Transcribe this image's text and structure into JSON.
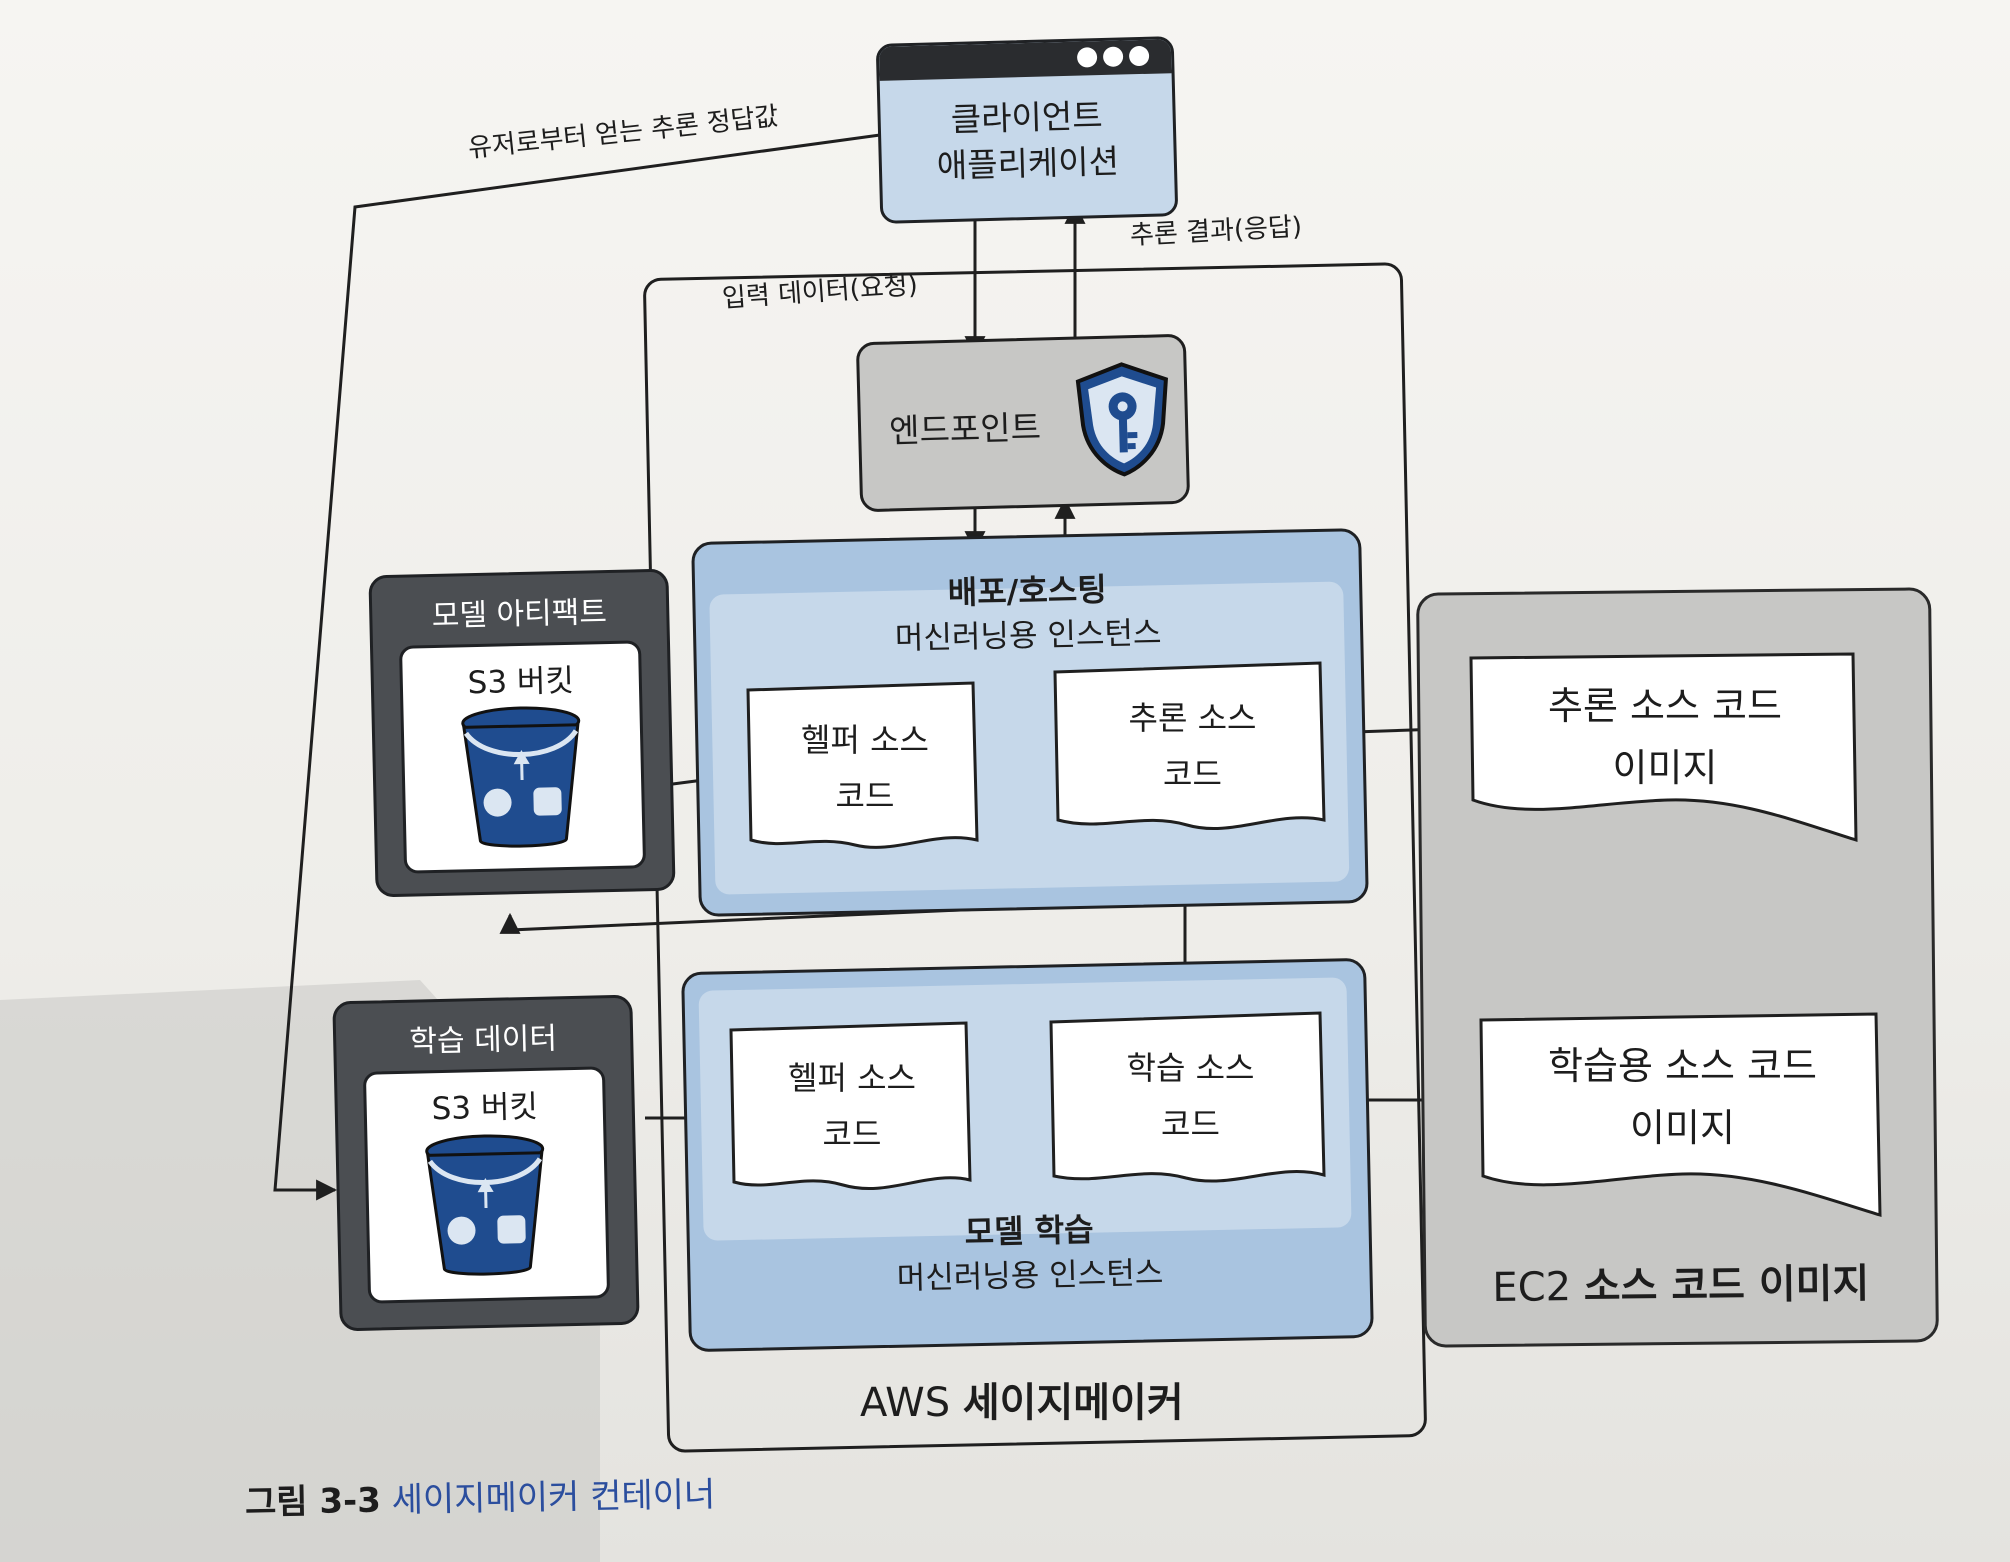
{
  "client": {
    "line1": "클라이언트",
    "line2": "애플리케이션"
  },
  "edge_labels": {
    "ground_truth": "유저로부터 얻는 추론 정답값",
    "input_request": "입력 데이터(요청)",
    "inference_response": "추론 결과(응답)"
  },
  "endpoint": {
    "label": "엔드포인트"
  },
  "deploy": {
    "title": "배포/호스팅",
    "subtitle": "머신러닝용 인스턴스"
  },
  "deploy_docs": {
    "helper": {
      "line1": "헬퍼 소스",
      "line2": "코드"
    },
    "inference": {
      "line1": "추론 소스",
      "line2": "코드"
    }
  },
  "train": {
    "title": "모델 학습",
    "subtitle": "머신러닝용 인스턴스"
  },
  "train_docs": {
    "helper": {
      "line1": "헬퍼 소스",
      "line2": "코드"
    },
    "training": {
      "line1": "학습 소스",
      "line2": "코드"
    }
  },
  "artifact_bucket": {
    "title": "모델 아티팩트",
    "bucket": "S3 버킷"
  },
  "training_bucket": {
    "title": "학습 데이터",
    "bucket": "S3 버킷"
  },
  "sagemaker": {
    "label_prefix": "AWS",
    "label_bold": "세이지메이커"
  },
  "ec2": {
    "inference_image": {
      "line1": "추론 소스 코드",
      "line2": "이미지"
    },
    "training_image": {
      "line1": "학습용 소스 코드",
      "line2": "이미지"
    },
    "label_prefix": "EC2",
    "label_bold": "소스 코드 이미지"
  },
  "caption": {
    "number": "그림 3-3",
    "text": "세이지메이커 컨테이너"
  },
  "colors": {
    "light_blue": "#c6d8ea",
    "dark_frame": "#4b4e52",
    "grey_panel": "#c7c7c5",
    "bucket_blue": "#1f4c8f",
    "caption_blue": "#2b4e9e"
  }
}
